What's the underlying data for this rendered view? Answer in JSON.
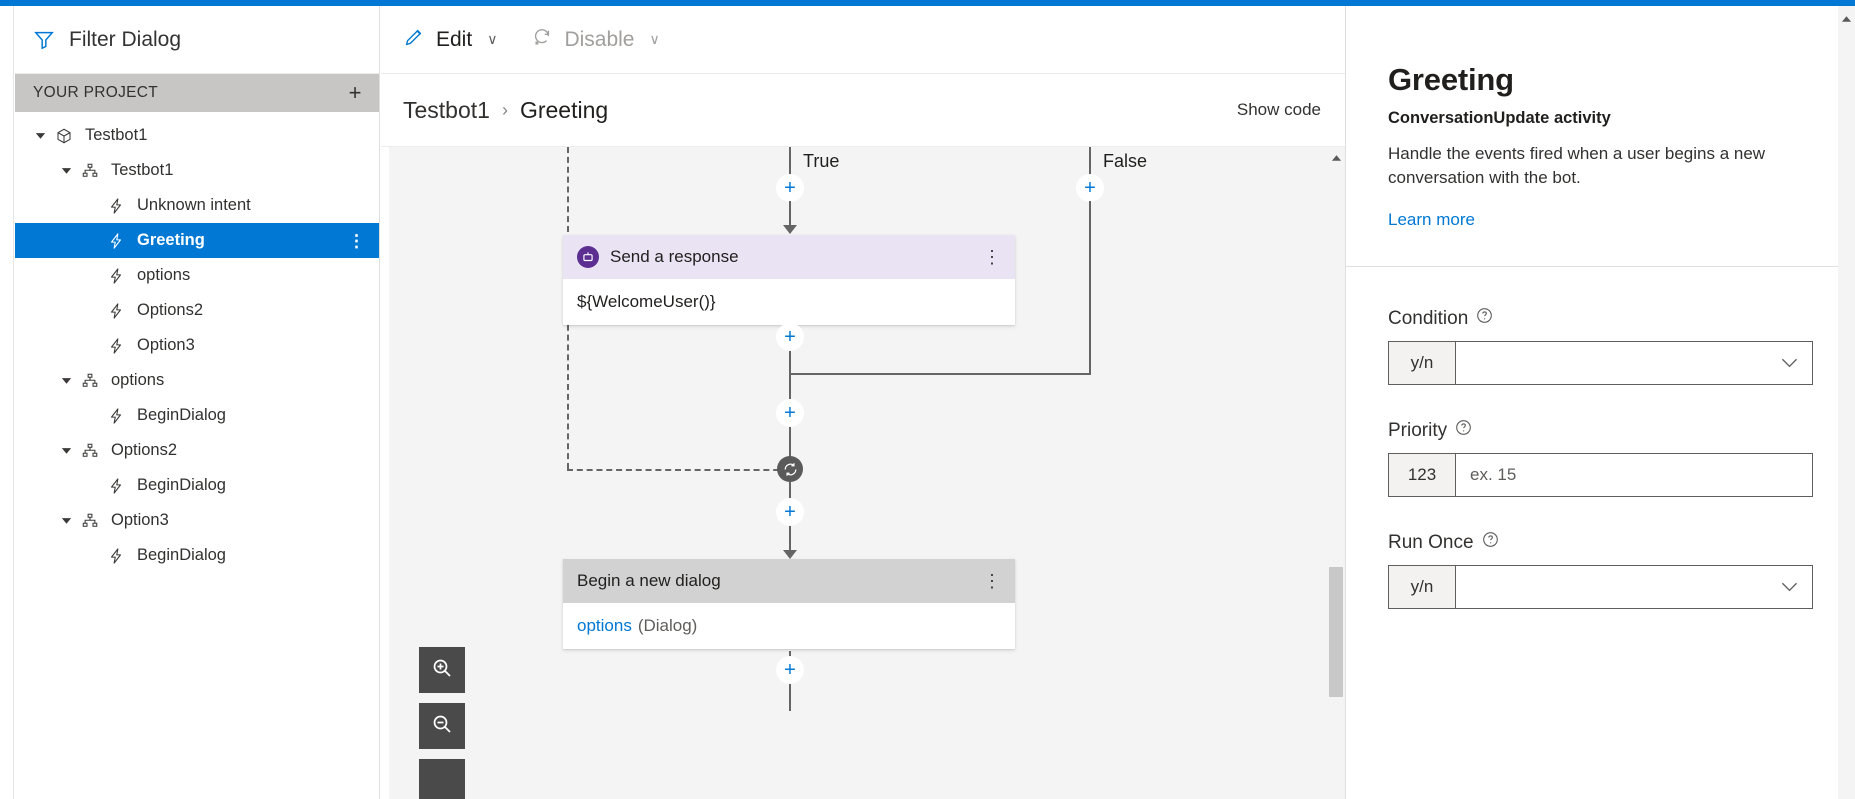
{
  "theme": {
    "accent": "#0078d4",
    "selected_bg": "#0078d4",
    "project_header_bg": "#c8c6c4",
    "canvas_bg": "#f4f4f4",
    "send_response_header_bg": "#e9e3f3",
    "begin_dialog_header_bg": "#d2d2d2",
    "bot_badge_color": "#5c2e91"
  },
  "sidebar": {
    "filter": {
      "label": "Filter Dialog",
      "icon": "funnel-icon"
    },
    "project_header": {
      "title": "YOUR PROJECT",
      "add_label": "+"
    },
    "tree": [
      {
        "label": "Testbot1",
        "icon": "package-icon",
        "depth": 0,
        "caret": "down",
        "selected": false
      },
      {
        "label": "Testbot1",
        "icon": "sitemap-icon",
        "depth": 1,
        "caret": "down",
        "selected": false
      },
      {
        "label": "Unknown intent",
        "icon": "trigger-icon",
        "depth": 2,
        "caret": "none",
        "selected": false
      },
      {
        "label": "Greeting",
        "icon": "trigger-icon",
        "depth": 2,
        "caret": "none",
        "selected": true
      },
      {
        "label": "options",
        "icon": "trigger-icon",
        "depth": 2,
        "caret": "none",
        "selected": false
      },
      {
        "label": "Options2",
        "icon": "trigger-icon",
        "depth": 2,
        "caret": "none",
        "selected": false
      },
      {
        "label": "Option3",
        "icon": "trigger-icon",
        "depth": 2,
        "caret": "none",
        "selected": false
      },
      {
        "label": "options",
        "icon": "sitemap-icon",
        "depth": 1,
        "caret": "down",
        "selected": false
      },
      {
        "label": "BeginDialog",
        "icon": "trigger-icon",
        "depth": 2,
        "caret": "none",
        "selected": false
      },
      {
        "label": "Options2",
        "icon": "sitemap-icon",
        "depth": 1,
        "caret": "down",
        "selected": false
      },
      {
        "label": "BeginDialog",
        "icon": "trigger-icon",
        "depth": 2,
        "caret": "none",
        "selected": false
      },
      {
        "label": "Option3",
        "icon": "sitemap-icon",
        "depth": 1,
        "caret": "down",
        "selected": false
      },
      {
        "label": "BeginDialog",
        "icon": "trigger-icon",
        "depth": 2,
        "caret": "none",
        "selected": false
      }
    ]
  },
  "toolbar": {
    "edit_label": "Edit",
    "edit_icon": "pencil-icon",
    "disable_label": "Disable",
    "disable_icon": "disable-refresh-icon",
    "disable_enabled": false,
    "chevron": "∨"
  },
  "breadcrumb": {
    "root": "Testbot1",
    "separator": "›",
    "current": "Greeting",
    "show_code_label": "Show code"
  },
  "canvas": {
    "branch_true_label": "True",
    "branch_false_label": "False",
    "add_label": "+",
    "nodes": [
      {
        "id": "send-a-response",
        "title": "Send a response",
        "body": "${WelcomeUser()}",
        "icon": "bot-icon",
        "kebab": "⋮"
      },
      {
        "id": "begin-a-new-dialog",
        "title": "Begin a new dialog",
        "body_link": "options",
        "body_suffix": "(Dialog)",
        "kebab": "⋮"
      }
    ],
    "loop_icon": "loop-refresh-icon",
    "zoom_in_icon": "zoom-in-icon",
    "zoom_out_icon": "zoom-out-icon"
  },
  "properties": {
    "title": "Greeting",
    "subtitle": "ConversationUpdate activity",
    "description": "Handle the events fired when a user begins a new conversation with the bot.",
    "learn_more": "Learn more",
    "fields": [
      {
        "label": "Condition",
        "help_icon": "question-circle-icon",
        "prefix": "y/n",
        "value": "",
        "placeholder": "",
        "type": "dropdown"
      },
      {
        "label": "Priority",
        "help_icon": "question-circle-icon",
        "prefix": "123",
        "value": "",
        "placeholder": "ex. 15",
        "type": "text"
      },
      {
        "label": "Run Once",
        "help_icon": "question-circle-icon",
        "prefix": "y/n",
        "value": "",
        "placeholder": "",
        "type": "dropdown"
      }
    ]
  }
}
